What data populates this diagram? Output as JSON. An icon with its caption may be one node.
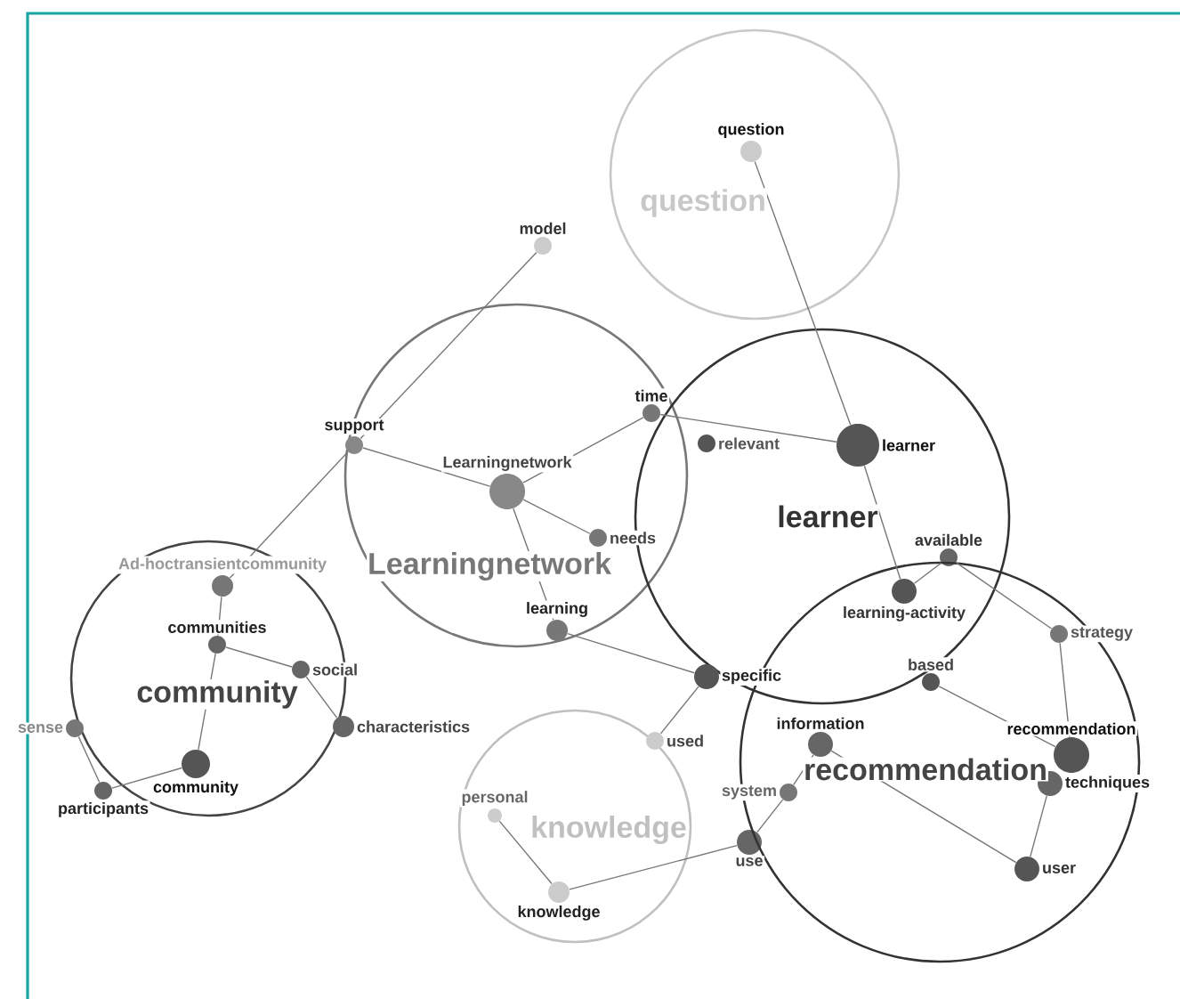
{
  "diagram": {
    "nodes": [
      {
        "text": [
          "question"
        ]
      },
      {
        "text": [
          "question"
        ],
        "in": 0
      },
      {
        "text": [
          "model"
        ]
      },
      {
        "text": [
          "Learningnetwork"
        ]
      },
      {
        "text": [
          "support"
        ]
      },
      {
        "text": [
          "time"
        ],
        "in": 3
      },
      {
        "text": [
          "Learningnetwork"
        ],
        "in": 3
      },
      {
        "text": [
          "needs"
        ],
        "in": 3
      },
      {
        "text": [
          "learning"
        ],
        "in": 3
      },
      {
        "text": [
          "learner"
        ]
      },
      {
        "text": [
          "relevant"
        ],
        "in": 9
      },
      {
        "text": [
          "learner"
        ],
        "in": 9
      },
      {
        "text": [
          "available"
        ],
        "in": 9
      },
      {
        "text": [
          "learning-activity"
        ]
      },
      {
        "text": [
          "community"
        ]
      },
      {
        "text": [
          "Ad-hoctransientcommunity"
        ],
        "in": 14
      },
      {
        "text": [
          "communities"
        ],
        "in": 14
      },
      {
        "text": [
          "social"
        ],
        "in": 14
      },
      {
        "text": [
          "characteristics"
        ]
      },
      {
        "text": [
          "sense"
        ]
      },
      {
        "text": [
          "community"
        ],
        "in": 14
      },
      {
        "text": [
          "participants"
        ]
      },
      {
        "text": [
          "specific"
        ],
        "in": 9
      },
      {
        "text": [
          "knowledge"
        ]
      },
      {
        "text": [
          "used"
        ]
      },
      {
        "text": [
          "personal"
        ],
        "in": 23
      },
      {
        "text": [
          "knowledge"
        ],
        "in": 23
      },
      {
        "text": [
          "use"
        ]
      },
      {
        "text": [
          "recommendation"
        ]
      },
      {
        "text": [
          "strategy"
        ],
        "in": 28
      },
      {
        "text": [
          "based"
        ],
        "in": 28
      },
      {
        "text": [
          "information"
        ],
        "in": 28
      },
      {
        "text": [
          "recommendation"
        ],
        "in": 28
      },
      {
        "text": [
          "techniques"
        ],
        "in": 28
      },
      {
        "text": [
          "system"
        ],
        "in": 28
      },
      {
        "text": [
          "user"
        ],
        "in": 28
      }
    ],
    "edges": [
      {
        "from": 1,
        "to": 11,
        "arrow": "none"
      },
      {
        "from": 2,
        "to": 4,
        "arrow": "none"
      },
      {
        "from": 4,
        "to": 15,
        "arrow": "none"
      },
      {
        "from": 4,
        "to": 6,
        "arrow": "none"
      },
      {
        "from": 6,
        "to": 5,
        "arrow": "none"
      },
      {
        "from": 6,
        "to": 7,
        "arrow": "none"
      },
      {
        "from": 6,
        "to": 8,
        "arrow": "none"
      },
      {
        "from": 5,
        "to": 11,
        "arrow": "none"
      },
      {
        "from": 11,
        "to": 13,
        "arrow": "none"
      },
      {
        "from": 13,
        "to": 12,
        "arrow": "none"
      },
      {
        "from": 12,
        "to": 29,
        "arrow": "none"
      },
      {
        "from": 29,
        "to": 32,
        "arrow": "none"
      },
      {
        "from": 30,
        "to": 32,
        "arrow": "none"
      },
      {
        "from": 33,
        "to": 35,
        "arrow": "none"
      },
      {
        "from": 31,
        "to": 35,
        "arrow": "none"
      },
      {
        "from": 31,
        "to": 34,
        "arrow": "none"
      },
      {
        "from": 34,
        "to": 27,
        "arrow": "none"
      },
      {
        "from": 27,
        "to": 26,
        "arrow": "none"
      },
      {
        "from": 26,
        "to": 25,
        "arrow": "none"
      },
      {
        "from": 8,
        "to": 22,
        "arrow": "none"
      },
      {
        "from": 22,
        "to": 24,
        "arrow": "none"
      },
      {
        "from": 15,
        "to": 16,
        "arrow": "none"
      },
      {
        "from": 16,
        "to": 17,
        "arrow": "none"
      },
      {
        "from": 17,
        "to": 18,
        "arrow": "none"
      },
      {
        "from": 16,
        "to": 20,
        "arrow": "none"
      },
      {
        "from": 20,
        "to": 21,
        "arrow": "none"
      },
      {
        "from": 21,
        "to": 19,
        "arrow": "none"
      }
    ]
  }
}
